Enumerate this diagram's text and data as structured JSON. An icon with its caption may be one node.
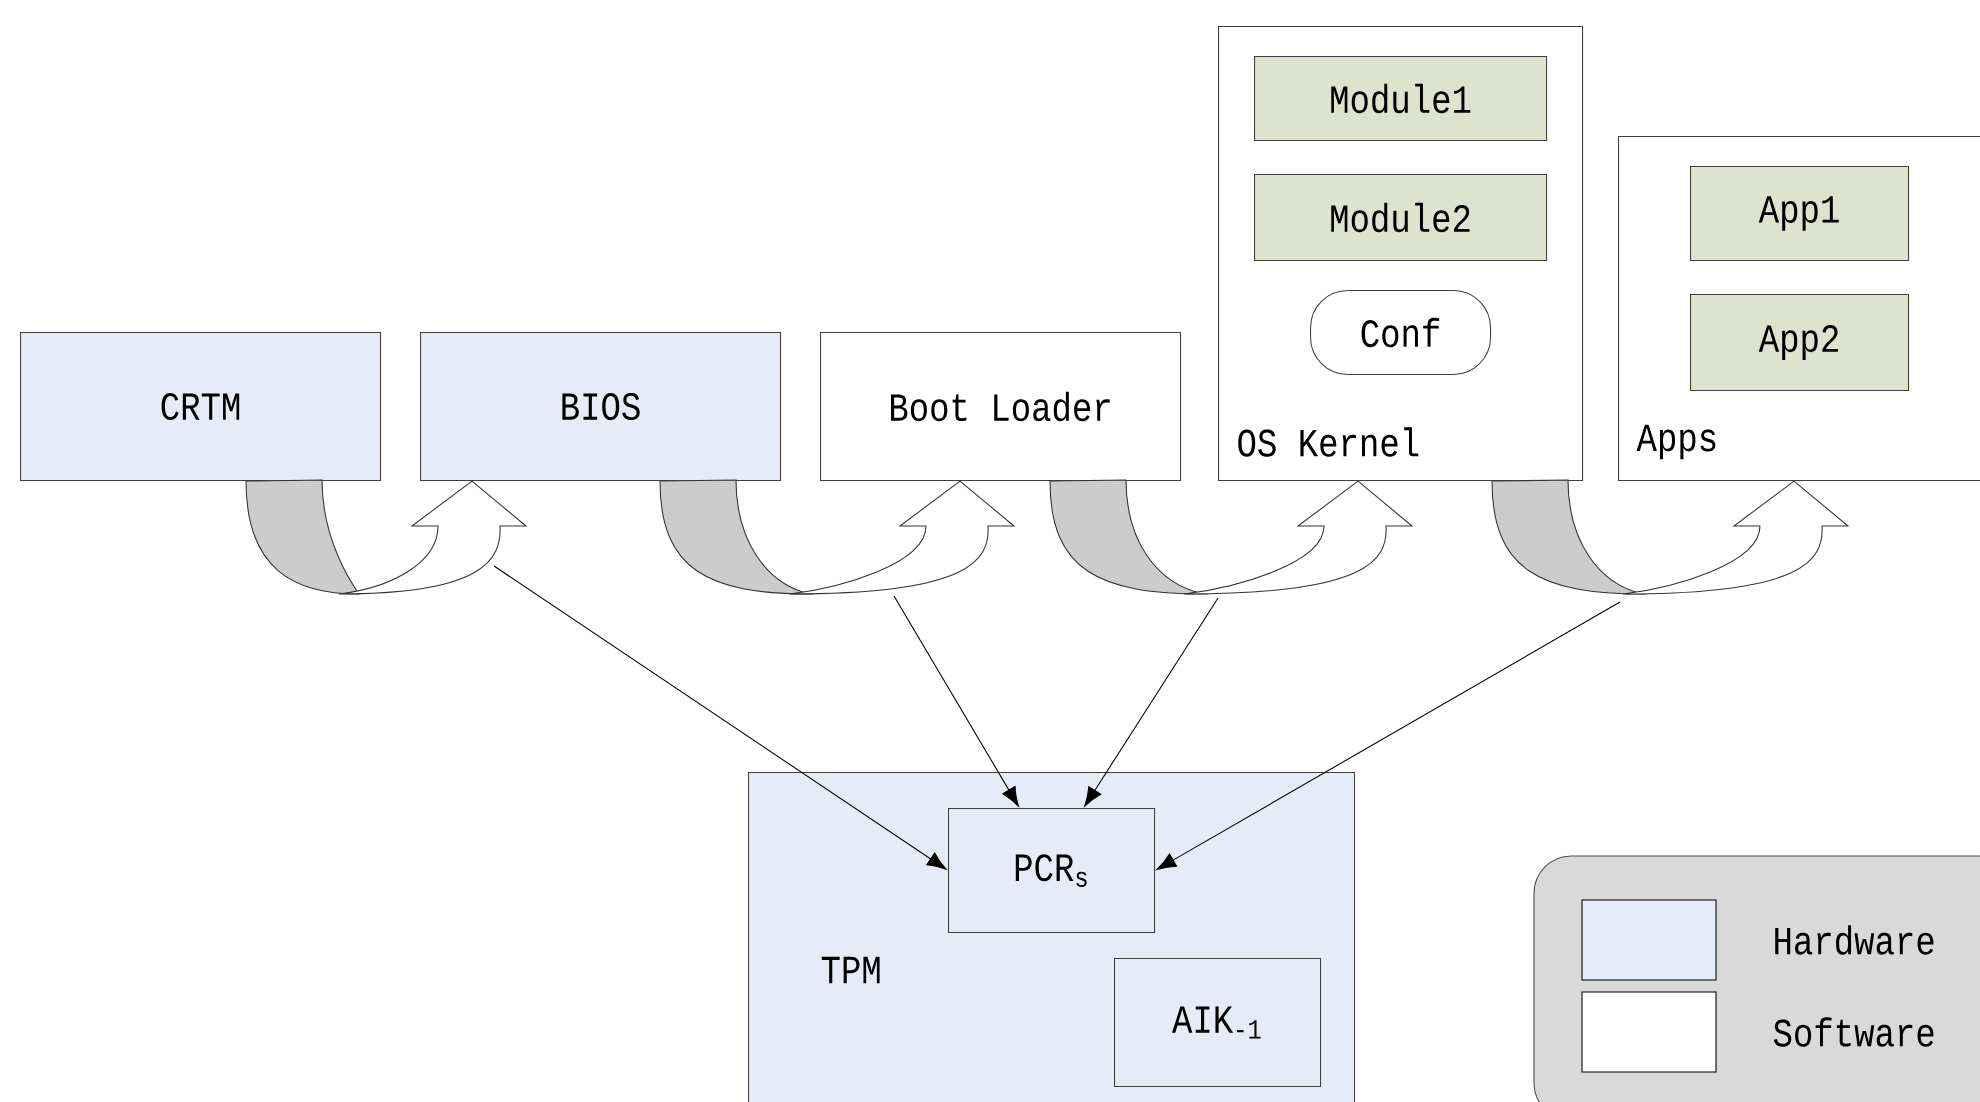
{
  "diagram": {
    "nodes": [
      {
        "text": [
          "CRTM"
        ]
      },
      {
        "text": [
          "BIOS"
        ]
      },
      {
        "text": [
          "Boot Loader"
        ]
      },
      {
        "text": [
          "OS Kernel"
        ]
      },
      {
        "text": [
          "Module1"
        ],
        "in": 3
      },
      {
        "text": [
          "Module2"
        ],
        "in": 3
      },
      {
        "text": [
          "Conf"
        ],
        "in": 3
      },
      {
        "text": [
          "Apps"
        ]
      },
      {
        "text": [
          "App1"
        ],
        "in": 7
      },
      {
        "text": [
          "App2"
        ],
        "in": 7
      },
      {
        "text": [
          "TPM"
        ]
      },
      {
        "text": [
          "PCR$_{s}$"
        ],
        "in": 10
      },
      {
        "text": [
          "AIK$_{-1}$"
        ],
        "in": 10
      }
    ],
    "edges": [
      {
        "from": 0,
        "to": 1,
        "arrow": "to",
        "style": "thick"
      },
      {
        "from": 1,
        "to": 2,
        "arrow": "to",
        "style": "thick"
      },
      {
        "from": 2,
        "to": 3,
        "arrow": "to",
        "style": "thick"
      },
      {
        "from": 3,
        "to": 7,
        "arrow": "to",
        "style": "thick"
      },
      {
        "from": null,
        "to": 11,
        "arrow": "to"
      },
      {
        "from": null,
        "to": 11,
        "arrow": "to"
      },
      {
        "from": null,
        "to": 11,
        "arrow": "to"
      },
      {
        "from": null,
        "to": 11,
        "arrow": "to"
      }
    ],
    "legend": [
      {
        "text": "Hardware",
        "color": "#e6ecf7"
      },
      {
        "text": "Software",
        "color": "#ffffff"
      }
    ]
  }
}
